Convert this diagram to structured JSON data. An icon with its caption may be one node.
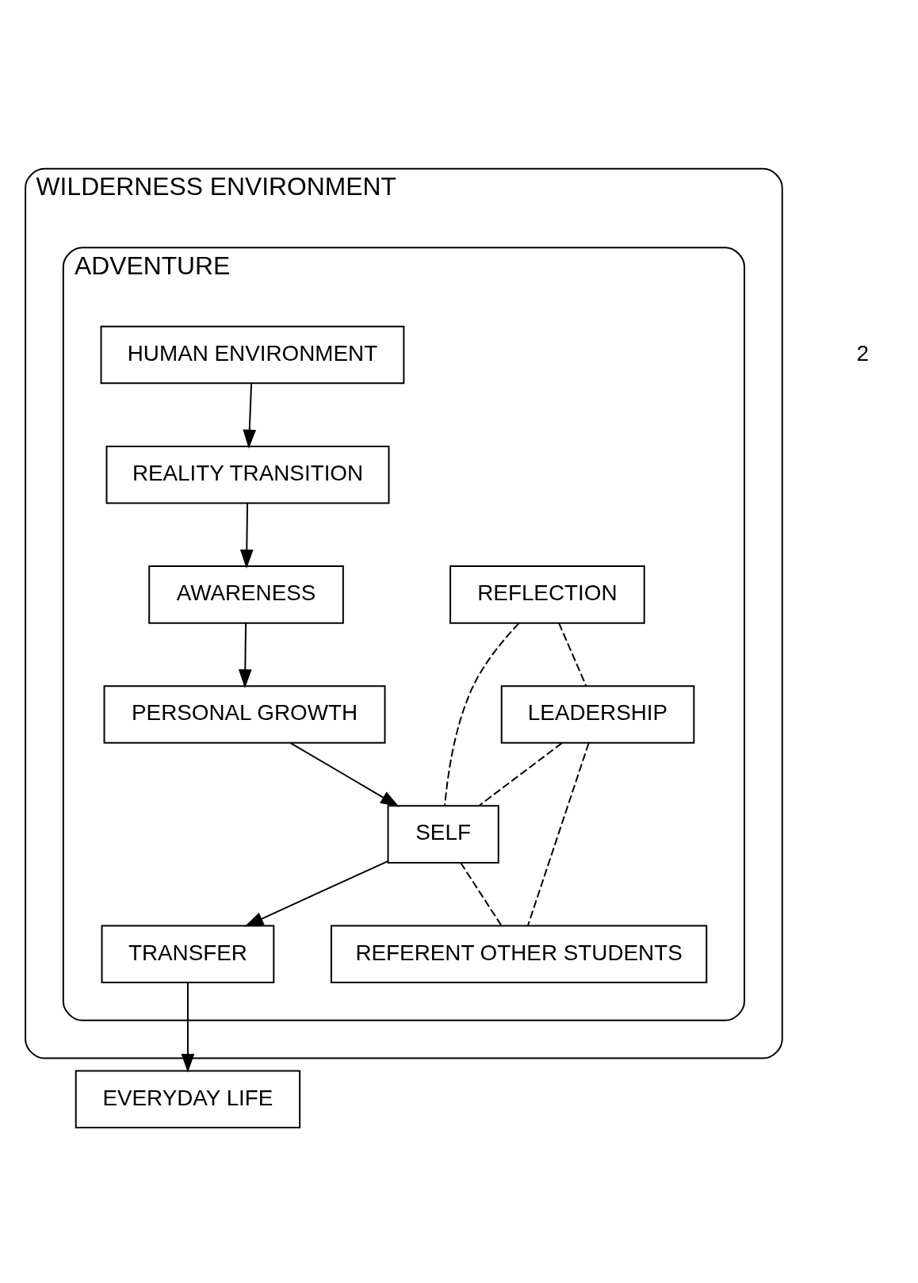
{
  "diagram": {
    "nodes": [
      {
        "text": [
          "WILDERNESS ENVIRONMENT"
        ]
      },
      {
        "text": [
          "ADVENTURE"
        ],
        "in": 0
      },
      {
        "text": [
          "REFLECTION"
        ],
        "in": 1
      },
      {
        "text": [
          "AWARENESS"
        ],
        "in": 1
      },
      {
        "text": [
          "REALITY TRANSITION"
        ],
        "in": 1
      },
      {
        "text": [
          "PERSONAL GROWTH"
        ],
        "in": 1
      },
      {
        "text": [
          "LEADERSHIP"
        ],
        "in": 1
      },
      {
        "text": [
          "SELF"
        ],
        "in": 1
      },
      {
        "text": [
          "HUMAN ENVIRONMENT"
        ],
        "in": 1
      },
      {
        "text": [
          "REFERENT OTHER STUDENTS"
        ],
        "in": 1
      },
      {
        "text": [
          "TRANSFER"
        ],
        "in": 1
      },
      {
        "text": [
          "EVERYDAY LIFE"
        ]
      }
    ],
    "edges": [
      {
        "from": 2,
        "to": 6,
        "arrow": "none",
        "style": "dashed"
      },
      {
        "from": 2,
        "to": 7,
        "arrow": "none",
        "style": "dashed"
      },
      {
        "from": 4,
        "to": 3,
        "arrow": "to"
      },
      {
        "from": 3,
        "to": 5,
        "arrow": "to"
      },
      {
        "from": 5,
        "to": 7,
        "arrow": "to"
      },
      {
        "from": 6,
        "to": 7,
        "arrow": "none",
        "style": "dashed"
      },
      {
        "from": 8,
        "to": 4,
        "arrow": "to"
      },
      {
        "from": 6,
        "to": 9,
        "arrow": "none",
        "style": "dashed"
      },
      {
        "from": 7,
        "to": 9,
        "arrow": "none",
        "style": "dashed"
      },
      {
        "from": 7,
        "to": 10,
        "arrow": "to"
      },
      {
        "from": 10,
        "to": 11,
        "arrow": "to"
      }
    ],
    "labels": [
      "2"
    ]
  }
}
